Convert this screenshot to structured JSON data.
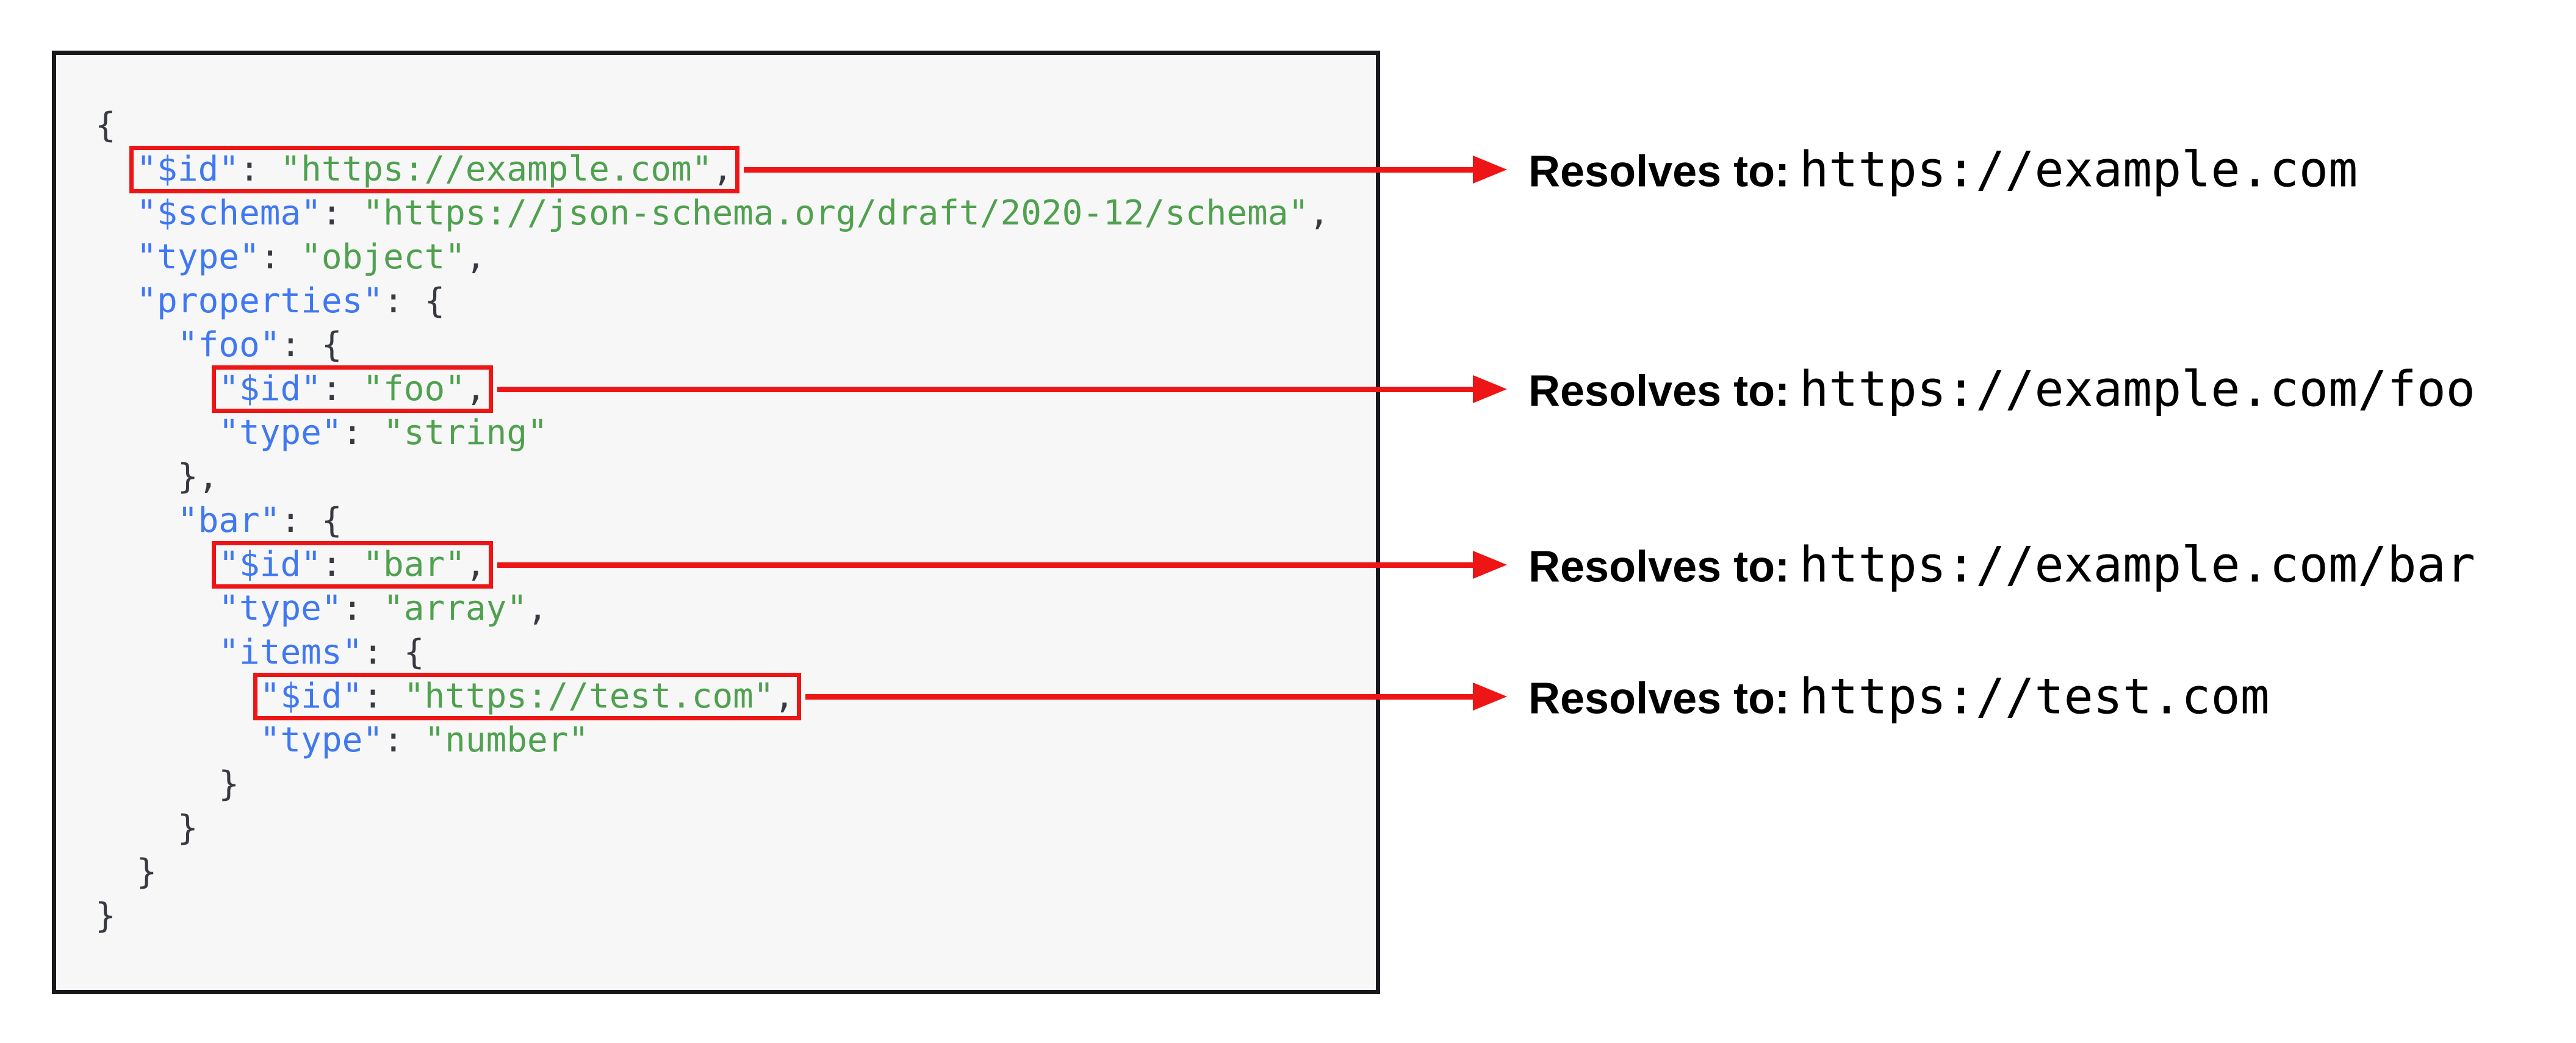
{
  "code_block": {
    "language": "json",
    "lines": [
      {
        "indent": 0,
        "tokens": [
          [
            "p",
            "{"
          ]
        ]
      },
      {
        "indent": 2,
        "highlight": true,
        "tokens": [
          [
            "k",
            "\"$id\""
          ],
          [
            "p",
            ": "
          ],
          [
            "s",
            "\"https://example.com\""
          ],
          [
            "p",
            ","
          ]
        ]
      },
      {
        "indent": 2,
        "tokens": [
          [
            "k",
            "\"$schema\""
          ],
          [
            "p",
            ": "
          ],
          [
            "s",
            "\"https://json-schema.org/draft/2020-12/schema\""
          ],
          [
            "p",
            ","
          ]
        ]
      },
      {
        "indent": 2,
        "tokens": [
          [
            "k",
            "\"type\""
          ],
          [
            "p",
            ": "
          ],
          [
            "s",
            "\"object\""
          ],
          [
            "p",
            ","
          ]
        ]
      },
      {
        "indent": 2,
        "tokens": [
          [
            "k",
            "\"properties\""
          ],
          [
            "p",
            ": {"
          ]
        ]
      },
      {
        "indent": 4,
        "tokens": [
          [
            "k",
            "\"foo\""
          ],
          [
            "p",
            ": {"
          ]
        ]
      },
      {
        "indent": 6,
        "highlight": true,
        "tokens": [
          [
            "k",
            "\"$id\""
          ],
          [
            "p",
            ": "
          ],
          [
            "s",
            "\"foo\""
          ],
          [
            "p",
            ","
          ]
        ]
      },
      {
        "indent": 6,
        "tokens": [
          [
            "k",
            "\"type\""
          ],
          [
            "p",
            ": "
          ],
          [
            "s",
            "\"string\""
          ]
        ]
      },
      {
        "indent": 4,
        "tokens": [
          [
            "p",
            "},"
          ]
        ]
      },
      {
        "indent": 4,
        "tokens": [
          [
            "k",
            "\"bar\""
          ],
          [
            "p",
            ": {"
          ]
        ]
      },
      {
        "indent": 6,
        "highlight": true,
        "tokens": [
          [
            "k",
            "\"$id\""
          ],
          [
            "p",
            ": "
          ],
          [
            "s",
            "\"bar\""
          ],
          [
            "p",
            ","
          ]
        ]
      },
      {
        "indent": 6,
        "tokens": [
          [
            "k",
            "\"type\""
          ],
          [
            "p",
            ": "
          ],
          [
            "s",
            "\"array\""
          ],
          [
            "p",
            ","
          ]
        ]
      },
      {
        "indent": 6,
        "tokens": [
          [
            "k",
            "\"items\""
          ],
          [
            "p",
            ": {"
          ]
        ]
      },
      {
        "indent": 8,
        "highlight": true,
        "tokens": [
          [
            "k",
            "\"$id\""
          ],
          [
            "p",
            ": "
          ],
          [
            "s",
            "\"https://test.com\""
          ],
          [
            "p",
            ","
          ]
        ]
      },
      {
        "indent": 8,
        "tokens": [
          [
            "k",
            "\"type\""
          ],
          [
            "p",
            ": "
          ],
          [
            "s",
            "\"number\""
          ]
        ]
      },
      {
        "indent": 6,
        "tokens": [
          [
            "p",
            "}"
          ]
        ]
      },
      {
        "indent": 4,
        "tokens": [
          [
            "p",
            "}"
          ]
        ]
      },
      {
        "indent": 2,
        "tokens": [
          [
            "p",
            "}"
          ]
        ]
      },
      {
        "indent": 0,
        "tokens": [
          [
            "p",
            "}"
          ]
        ]
      }
    ]
  },
  "annotations": [
    {
      "label": "Resolves to:",
      "url": "https://example.com"
    },
    {
      "label": "Resolves to:",
      "url": "https://example.com/foo"
    },
    {
      "label": "Resolves to:",
      "url": "https://example.com/bar"
    },
    {
      "label": "Resolves to:",
      "url": "https://test.com"
    }
  ],
  "colors": {
    "key_blue": "#4078f2",
    "string_green": "#50a14f",
    "code_text": "#383a42",
    "highlight_red": "#ed1515",
    "code_background": "#f7f7f8",
    "code_border": "#17181c",
    "annotation_text": "#000000",
    "page_background": "#ffffff"
  }
}
